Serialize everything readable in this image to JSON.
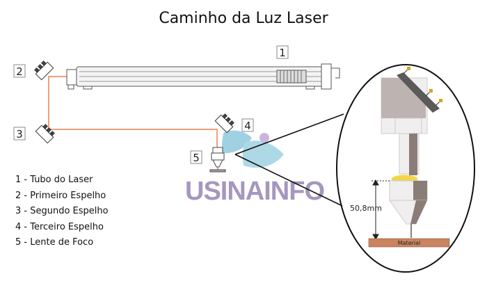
{
  "title": "Caminho da Luz Laser",
  "labels": {
    "n1": "1",
    "n2": "2",
    "n3": "3",
    "n4": "4",
    "n5": "5"
  },
  "legend": [
    "1 - Tubo do Laser",
    "2 - Primeiro Espelho",
    "3 - Segundo Espelho",
    "4 - Terceiro Espelho",
    "5 - Lente de Foco"
  ],
  "watermark": "USINAINFO",
  "detail": {
    "dimension": "50,8mm",
    "material": "Material"
  },
  "colors": {
    "beam": "#f0a07a",
    "watermark": "#a597bf",
    "material": "#c98560",
    "nozzle": "#8a7d78"
  }
}
